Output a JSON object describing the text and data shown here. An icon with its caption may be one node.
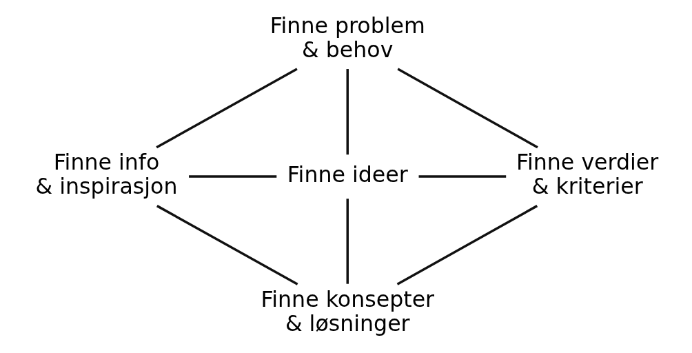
{
  "diagram": {
    "nodes": [
      {
        "text": [
          "Finne problem & behov"
        ]
      },
      {
        "text": [
          "Finne info & inspirasjon"
        ]
      },
      {
        "text": [
          "Finne ideer"
        ]
      },
      {
        "text": [
          "Finne verdier & kriterier"
        ]
      },
      {
        "text": [
          "Finne konsepter & løsninger"
        ]
      }
    ],
    "edges": [
      {
        "from": 1,
        "to": 0,
        "arrow": "none"
      },
      {
        "from": 0,
        "to": 3,
        "arrow": "none"
      },
      {
        "from": 0,
        "to": 2,
        "arrow": "none"
      },
      {
        "from": 1,
        "to": 2,
        "arrow": "none"
      },
      {
        "from": 2,
        "to": 3,
        "arrow": "none"
      },
      {
        "from": 1,
        "to": 4,
        "arrow": "none"
      },
      {
        "from": 2,
        "to": 4,
        "arrow": "none"
      },
      {
        "from": 3,
        "to": 4,
        "arrow": "none"
      }
    ]
  }
}
